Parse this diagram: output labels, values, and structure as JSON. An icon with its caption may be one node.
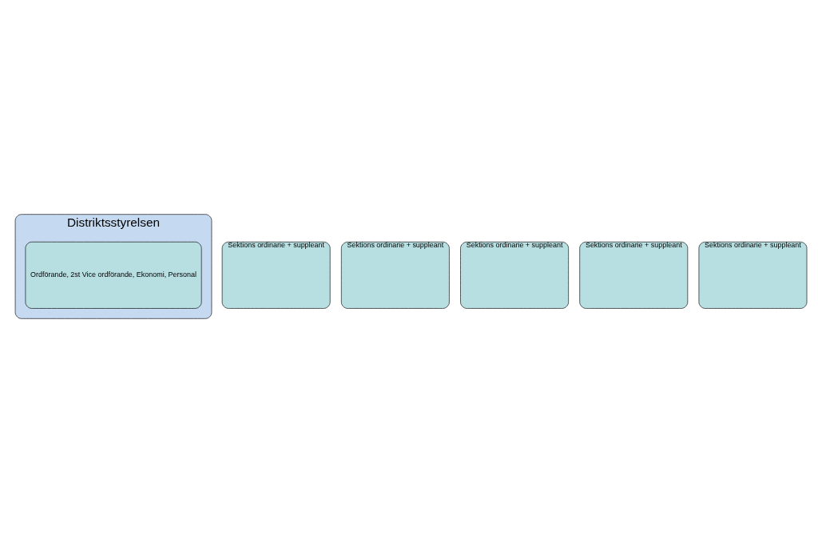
{
  "diagram": {
    "nodes": [
      {
        "text": [
          "Distriktsstyrelsen"
        ]
      },
      {
        "text": [
          "Ordförande, 2st Vice ordförande, Ekonomi, Personal"
        ],
        "in": 0
      },
      {
        "text": [
          "Sektions ordinarie + suppleant"
        ]
      },
      {
        "text": [
          "Sektions ordinarie + suppleant"
        ]
      },
      {
        "text": [
          "Sektions ordinarie + suppleant"
        ]
      },
      {
        "text": [
          "Sektions ordinarie + suppleant"
        ]
      },
      {
        "text": [
          "Sektions ordinarie + suppleant"
        ]
      }
    ],
    "edges": []
  }
}
